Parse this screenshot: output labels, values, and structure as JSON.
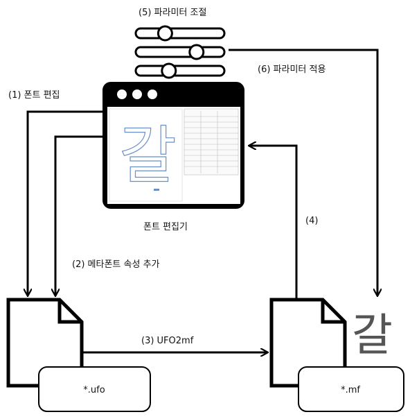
{
  "labels": {
    "step5": "(5) 파라미터 조절",
    "step6": "(6) 파라미터 적용",
    "step1": "(1)  폰트 편집",
    "step2": "(2) 메타폰트 속성 추가",
    "step3": "(3) UFO2mf",
    "step4": "(4)",
    "editor_caption": "폰트 편집기"
  },
  "files": {
    "ufo": "*.ufo",
    "mf": "*.mf"
  },
  "glyph": "갈",
  "sliders": [
    {
      "level": 0.3
    },
    {
      "level": 0.72
    },
    {
      "level": 0.35
    }
  ],
  "colors": {
    "stroke": "#000000",
    "glyph_gray": "#555555",
    "glyph_blue": "#6a8fc4"
  }
}
